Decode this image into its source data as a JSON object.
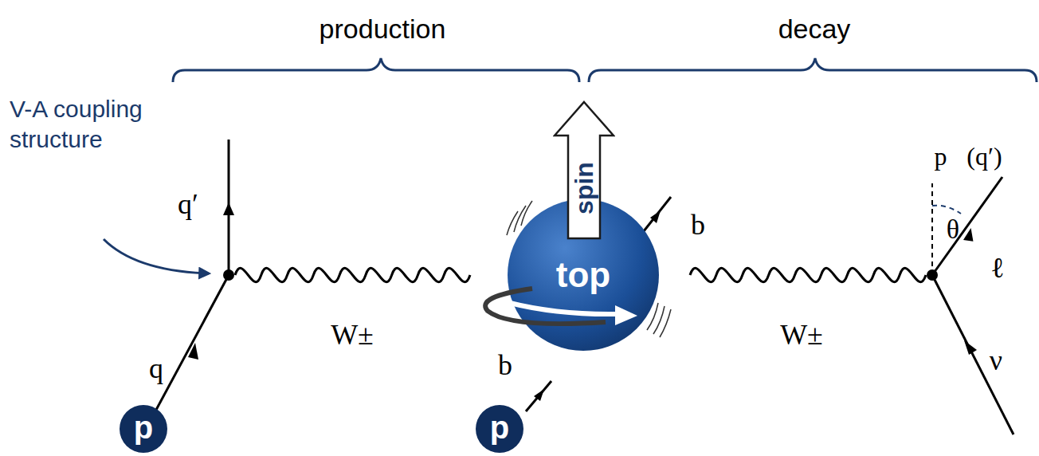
{
  "diagram": {
    "nodes": [
      {
        "text": [
          "spin"
        ]
      },
      {
        "text": [
          "top"
        ]
      },
      {
        "text": [
          "p"
        ]
      },
      {
        "text": [
          "p"
        ]
      }
    ],
    "labels": [
      "production",
      "decay",
      "V-A coupling structure",
      "q′",
      "q",
      "W±",
      "b",
      "b",
      "W±",
      "p⃗(q′)",
      "θ",
      "ℓ",
      "ν"
    ]
  }
}
